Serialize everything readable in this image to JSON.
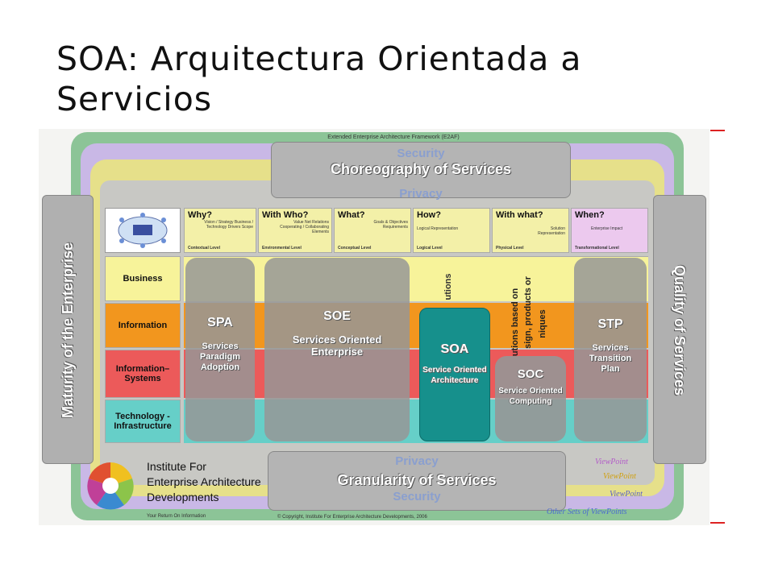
{
  "title": "SOA: Arquitectura Orientada a Servicios",
  "diagram": {
    "framework_title": "Extended Enterprise Architecture Framework (E2AF)",
    "top_security": "Security",
    "top_choreography": "Choreography of Services",
    "top_privacy": "Privacy",
    "bottom_privacy": "Privacy",
    "bottom_granularity": "Granularity of Services",
    "bottom_security": "Security",
    "left_side": "Maturity of the Enterprise",
    "right_side": "Quality of Services",
    "columns": [
      {
        "title": "Why?",
        "detail": "Vision / Strategy Business / Technology Drivers Scope",
        "level": "Contextual Level"
      },
      {
        "title": "With Who?",
        "detail": "Value Net Relations Cooperating / Collaborating Elements",
        "level": "Environmental Level"
      },
      {
        "title": "What?",
        "detail": "Goals & Objectives Requirements",
        "level": "Conceptual Level"
      },
      {
        "title": "How?",
        "detail": "Logical Representation",
        "level": "Logical Level"
      },
      {
        "title": "With what?",
        "detail": "Solution Representation",
        "level": "Physical Level"
      },
      {
        "title": "When?",
        "detail": "Enterprise Impact",
        "level": "Transformational Level"
      }
    ],
    "rows": [
      "Business",
      "Information",
      "Information–Systems",
      "Technology - Infrastructure"
    ],
    "overlays": {
      "spa": {
        "abbr": "SPA",
        "name": "Services Paradigm Adoption"
      },
      "soe": {
        "abbr": "SOE",
        "name": "Services Oriented Enterprise"
      },
      "soa": {
        "abbr": "SOA",
        "name": "Service Oriented Architecture"
      },
      "soc": {
        "abbr": "SOC",
        "name": "Service Oriented Computing"
      },
      "stp": {
        "abbr": "STP",
        "name": "Services Transition Plan"
      }
    },
    "faded_text": {
      "solutions": "utions",
      "based_on": "utions based on",
      "design": "sign, products or",
      "niques": "niques"
    },
    "institute": [
      "Institute For",
      "Enterprise Architecture",
      "Developments"
    ],
    "viewpoints": [
      "ViewPoint",
      "ViewPoint",
      "ViewPoint",
      "Other Sets of ViewPoints"
    ],
    "footer_left": "Your Return On Information",
    "copyright": "© Copyright, Institute For Enterprise Architecture Developments, 2006"
  },
  "colors": {
    "outer_green": "#8cc497",
    "outer_purple": "#c9b8e6",
    "outer_yellow": "#e6e08a",
    "business": "#f7f39a",
    "information": "#f2961e",
    "info_systems": "#ec5a5a",
    "technology": "#66cfc8",
    "overlay_gray": "#9c9c9c",
    "soa_teal": "#16908c"
  }
}
